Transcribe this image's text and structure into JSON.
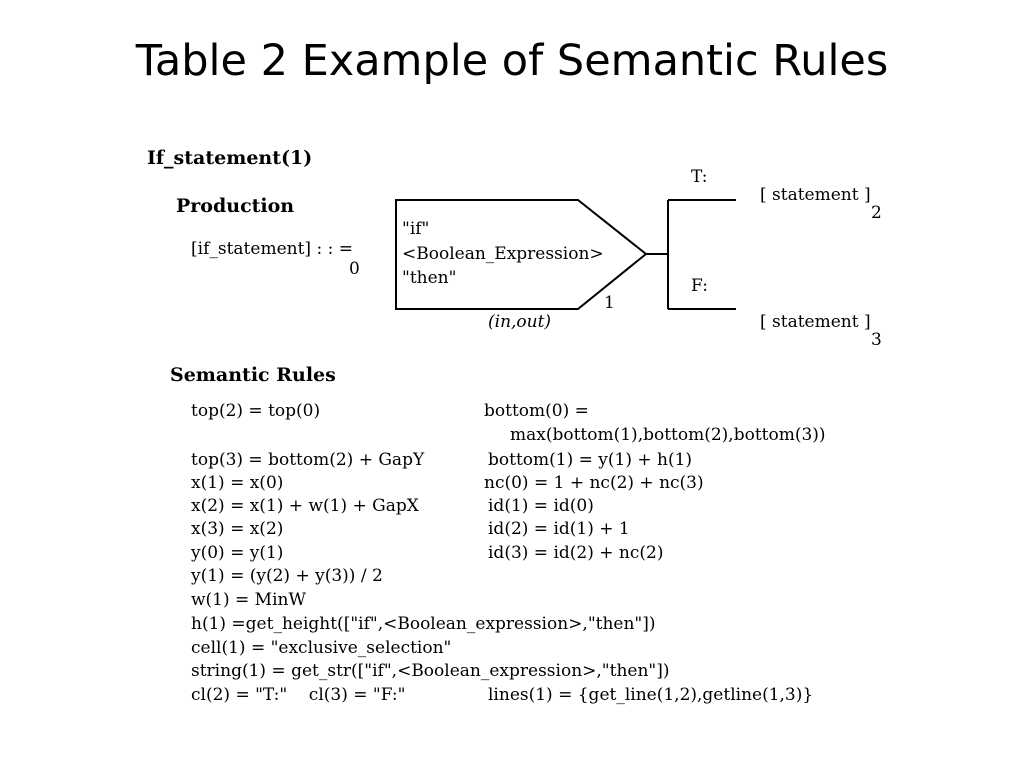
{
  "slide": {
    "title": "Table 2 Example of Semantic Rules"
  },
  "diagram": {
    "section_title": "If_statement(1)",
    "production_heading": "Production",
    "lhs": "[if_statement] : : =",
    "lhs_index": "0",
    "box_lines": [
      "\"if\"",
      "<Boolean_Expression>",
      "\"then\""
    ],
    "box_index": "1",
    "box_caption": "(in,out)",
    "branch_true_label": "T:",
    "branch_false_label": "F:",
    "statement_true": "[ statement ]",
    "statement_true_index": "2",
    "statement_false": "[ statement ]",
    "statement_false_index": "3"
  },
  "semantic_rules": {
    "heading": "Semantic Rules",
    "left": [
      "top(2) = top(0)",
      "top(3) = bottom(2) + GapY",
      "x(1) = x(0)",
      "x(2) = x(1) + w(1) + GapX",
      "x(3) = x(2)",
      "y(0) = y(1)",
      "y(1) = (y(2) + y(3)) / 2",
      "w(1) = MinW",
      "h(1) =get_height([\"if\",<Boolean_expression>,\"then\"])",
      "cell(1) = \"exclusive_selection\"",
      "string(1) = get_str([\"if\",<Boolean_expression>,\"then\"])",
      "cl(2) = \"T:\"    cl(3) = \"F:\""
    ],
    "right": [
      "bottom(0) =",
      "max(bottom(1),bottom(2),bottom(3))",
      "bottom(1) = y(1) + h(1)",
      "nc(0) = 1 + nc(2) + nc(3)",
      "id(1) = id(0)",
      "id(2) = id(1) + 1",
      "id(3) = id(2) + nc(2)",
      "lines(1) = {get_line(1,2),getline(1,3)}"
    ]
  }
}
